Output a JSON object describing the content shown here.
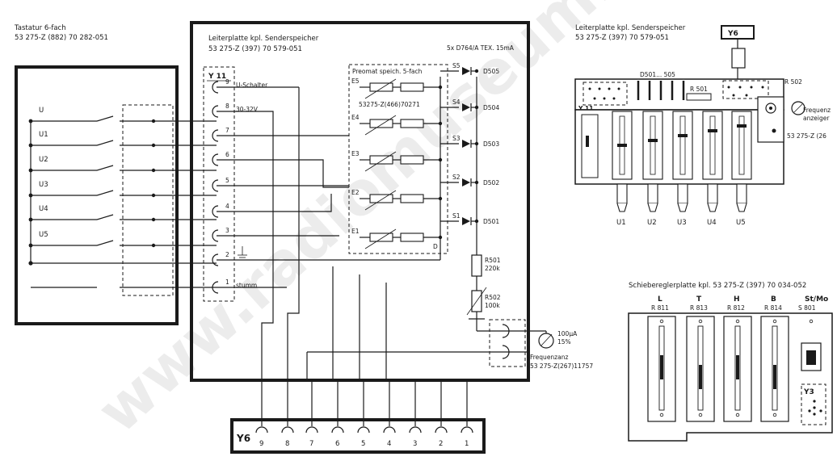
{
  "keyboard": {
    "title": "Tastatur 6-fach",
    "part": "53 275-Z (882) 70 282-051",
    "lines": [
      "U",
      "U1",
      "U2",
      "U3",
      "U4",
      "U5"
    ]
  },
  "pcb": {
    "title": "Leiterplatte kpl. Senderspeicher",
    "part": "53 275-Z (397) 70 579-051",
    "diodes_note": "5x D764/A TEX. 15mA",
    "connector": "Y 11",
    "pins": [
      "9",
      "8",
      "7",
      "6",
      "5",
      "4",
      "3",
      "2",
      "1"
    ],
    "pin_labels": {
      "p9": "U-Schalter",
      "p8": "30-32V",
      "p1": "stumm"
    },
    "preset_title": "Preomat speich. 5-fach",
    "preset_part": "53275-Z(466)70271",
    "e_labels": [
      "E5",
      "E4",
      "E3",
      "E2",
      "E1"
    ],
    "s_labels": [
      "S5",
      "S4",
      "S3",
      "S2",
      "S1"
    ],
    "d_label": "D",
    "diodes": [
      "D505",
      "D504",
      "D503",
      "D502",
      "D501"
    ],
    "r501": {
      "name": "R501",
      "value": "220k"
    },
    "r502": {
      "name": "R502",
      "value": "100k"
    },
    "meter": {
      "value": "100μA",
      "tolerance": "15%"
    },
    "freq": {
      "label": "Frequenzanz",
      "part": "53 275-Z(267)11757"
    }
  },
  "bottom_connector": {
    "label": "Y6",
    "pins": [
      "9",
      "8",
      "7",
      "6",
      "5",
      "4",
      "3",
      "2",
      "1"
    ]
  },
  "pcb_view": {
    "title": "Leiterplatte kpl. Senderspeicher",
    "part": "53 275-Z (397) 70 579-051",
    "connector": "Y6",
    "y11": "Y 11",
    "diode_range": "D501... 505",
    "r501": "R 501",
    "r502": "R 502",
    "freq_label": "Frequenz",
    "freq_label2": "anzeiger",
    "freq_part": "53 275-Z (26",
    "knobs": [
      "U1",
      "U2",
      "U3",
      "U4",
      "U5"
    ]
  },
  "slider_board": {
    "title": "Schiebereglerplatte kpl. 53 275-Z (397) 70 034-052",
    "sliders": [
      {
        "letter": "L",
        "ref": "R 811"
      },
      {
        "letter": "T",
        "ref": "R 813"
      },
      {
        "letter": "H",
        "ref": "R 812"
      },
      {
        "letter": "B",
        "ref": "R 814"
      },
      {
        "letter": "St/Mo",
        "ref": "S 801"
      }
    ],
    "connector": "Y3"
  },
  "watermark": "www.radiomuseum.org"
}
